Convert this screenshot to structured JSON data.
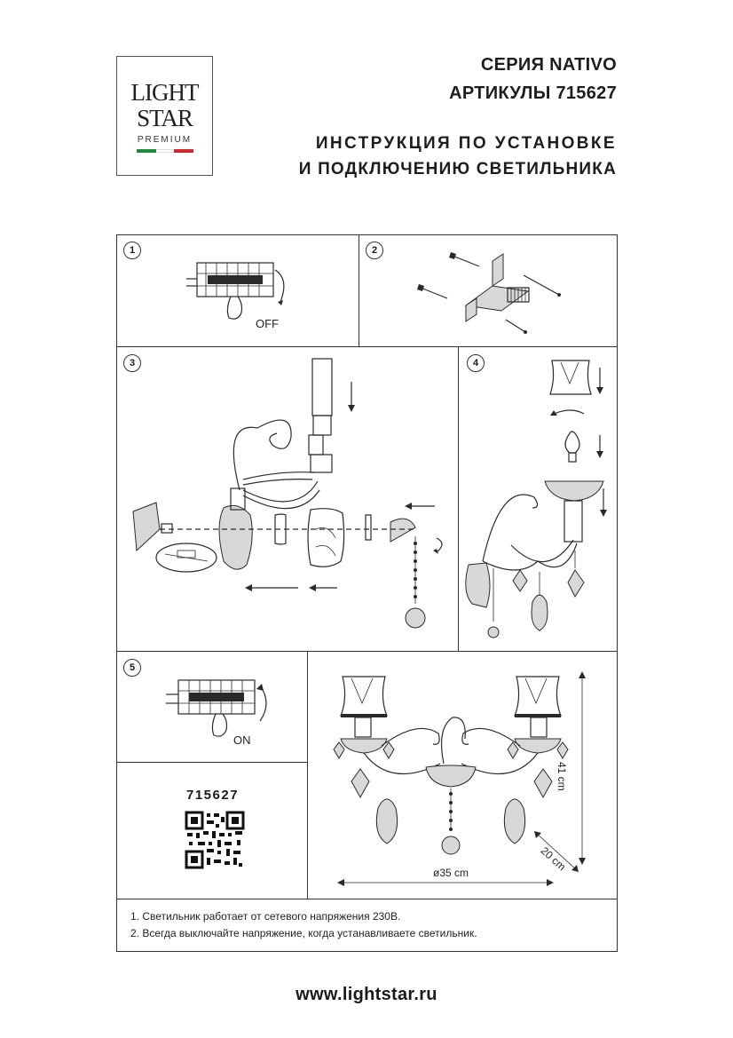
{
  "logo": {
    "line1": "LIGHT",
    "line2": "STAR",
    "line3": "PREMIUM",
    "flag_colors": [
      "#1e8b3c",
      "#ffffff",
      "#d0262f"
    ]
  },
  "header": {
    "series": "СЕРИЯ NATIVO",
    "articul": "АРТИКУЛЫ 715627",
    "title_line1": "ИНСТРУКЦИЯ ПО УСТАНОВКЕ",
    "title_line2": "И ПОДКЛЮЧЕНИЮ СВЕТИЛЬНИКА"
  },
  "steps": [
    {
      "number": "1",
      "label": "OFF"
    },
    {
      "number": "2"
    },
    {
      "number": "3"
    },
    {
      "number": "4"
    },
    {
      "number": "5",
      "label": "ON"
    }
  ],
  "product": {
    "article": "715627"
  },
  "dimensions": {
    "height": "41 cm",
    "width": "ø35 cm",
    "depth": "20 cm"
  },
  "notes": [
    "1. Светильник работает от сетевого напряжения 230В.",
    "2. Всегда выключайте напряжение, когда устанавливаете светильник."
  ],
  "footer": {
    "website": "www.lightstar.ru"
  }
}
